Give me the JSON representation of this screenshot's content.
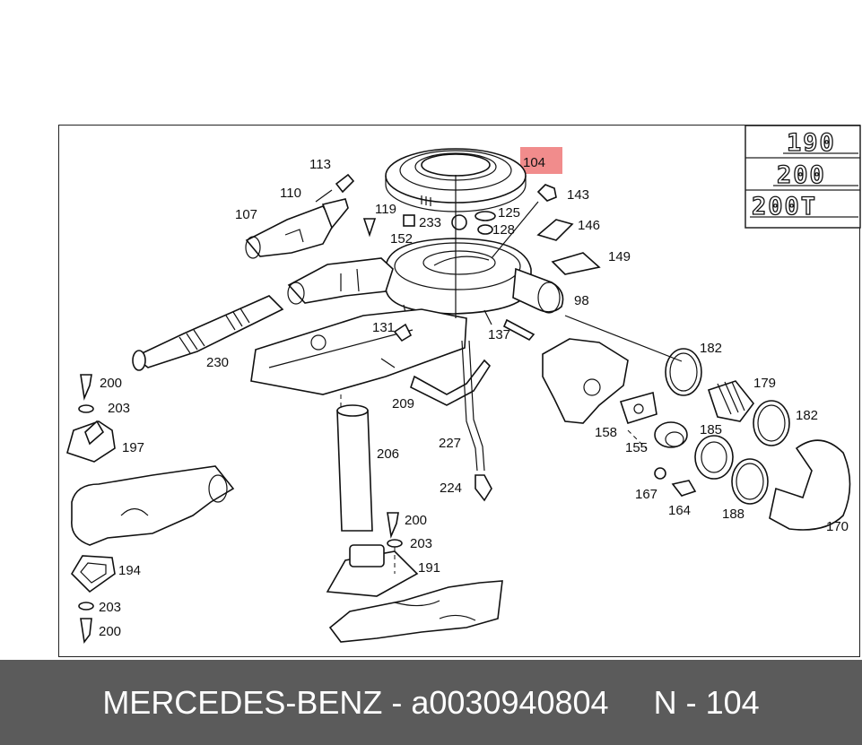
{
  "models": [
    "190",
    "200",
    "200T"
  ],
  "highlight": {
    "label": "104",
    "color": "#f08080"
  },
  "labels": {
    "l113": "113",
    "l110": "110",
    "l107": "107",
    "l119": "119",
    "l233": "233",
    "l125": "125",
    "l128": "128",
    "l152": "152",
    "l143": "143",
    "l146": "146",
    "l149": "149",
    "l98": "98",
    "l182a": "182",
    "l179": "179",
    "l182b": "182",
    "l230": "230",
    "l131": "131",
    "l137": "137",
    "l200a": "200",
    "l203a": "203",
    "l197": "197",
    "l209": "209",
    "l227": "227",
    "l206": "206",
    "l224": "224",
    "l158": "158",
    "l155": "155",
    "l185": "185",
    "l167": "167",
    "l164": "164",
    "l188": "188",
    "l170": "170",
    "l200b": "200",
    "l203b": "203",
    "l191": "191",
    "l194": "194",
    "l203c": "203",
    "l200c": "200"
  },
  "footer": {
    "brand": "MERCEDES-BENZ",
    "separator1": " - ",
    "part_number": "a0030940804",
    "gap": "     ",
    "ref": "N - 104"
  }
}
